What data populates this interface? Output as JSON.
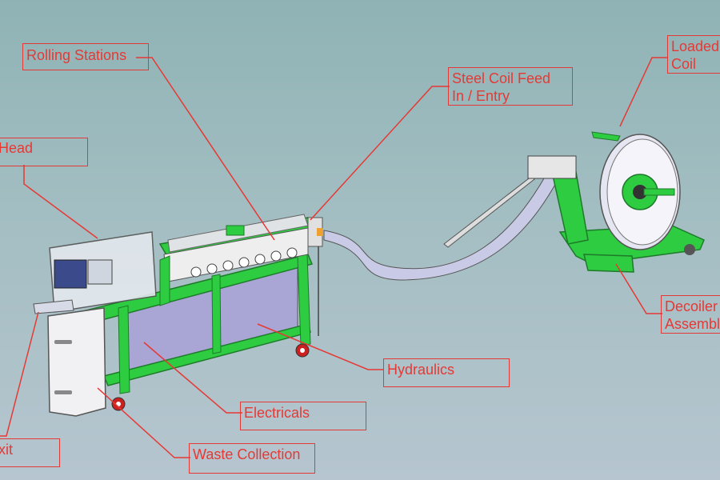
{
  "callouts": {
    "rolling_stations": [
      "Rolling Stations"
    ],
    "steel_coil_feed": [
      "Steel Coil Feed",
      "In / Entry"
    ],
    "loaded_coil": [
      "Loaded",
      "Coil"
    ],
    "head": [
      "Head"
    ],
    "hydraulics": [
      "Hydraulics"
    ],
    "decoiler": [
      "Decoiler",
      "Assembly"
    ],
    "electricals": [
      "Electricals"
    ],
    "waste_collection": [
      "Waste Collection"
    ],
    "exit": [
      "xit"
    ]
  },
  "colors": {
    "label_red": "#e53935",
    "frame_green": "#2ecc40",
    "panel_lavender": "#a9a6d6",
    "cover_gray": "#d9dde2",
    "background_top": "#8fb3b5",
    "background_bottom": "#b6c5cf"
  }
}
